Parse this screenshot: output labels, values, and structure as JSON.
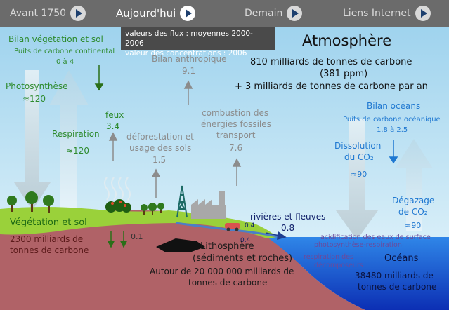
{
  "nav": {
    "items": [
      {
        "label": "Avant 1750",
        "active": false
      },
      {
        "label": "Aujourd'hui",
        "active": true
      },
      {
        "label": "Demain",
        "active": false
      },
      {
        "label": "Liens Internet",
        "active": false
      }
    ]
  },
  "info": {
    "line1": "valeurs des flux : moyennes 2000-2006",
    "line2": "valeur des concentrations : 2006"
  },
  "atmosphere": {
    "title": "Atmosphère",
    "line1": "810 milliards de tonnes de carbone",
    "line2": "(381 ppm)",
    "line3": "+ 3 milliards de tonnes de carbone par an"
  },
  "vegetation": {
    "bilan_title": "Bilan végétation et sol",
    "puits_label": "Puits de carbone continental",
    "puits_value": "0 à 4",
    "photosynthese_label": "Photosynthèse",
    "photosynthese_value": "≈120",
    "respiration_label": "Respiration",
    "respiration_value": "≈120",
    "feux_label": "feux",
    "feux_value": "3.4",
    "soil_label": "Végétation et sol",
    "soil_value1": "2300 milliards de",
    "soil_value2": "tonnes de carbone",
    "sink_value": "0.1"
  },
  "anthropic": {
    "bilan_label": "Bilan anthropique",
    "bilan_value": "9.1",
    "deforestation_line1": "déforestation et",
    "deforestation_line2": "usage des sols",
    "deforestation_value": "1.5",
    "fossil_line1": "combustion des",
    "fossil_line2": "énergies fossiles",
    "fossil_line3": "transport",
    "fossil_value": "7.6"
  },
  "rivers": {
    "label": "rivières et fleuves",
    "value": "0.8",
    "small_value_a": "0.4",
    "small_value_b": "0.4"
  },
  "lithosphere": {
    "title1": "Lithosphère",
    "title2": "(sédiments et roches)",
    "value1": "Autour de 20 000 000 milliards de",
    "value2": "tonnes de carbone"
  },
  "oceans": {
    "bilan_title": "Bilan océans",
    "puits_label": "Puits de carbone océanique",
    "puits_value": "1.8 à 2.5",
    "dissolution_line1": "Dissolution",
    "dissolution_line2": "du CO₂",
    "dissolution_value": "≈90",
    "degazage_line1": "Dégazage",
    "degazage_line2": "de CO₂",
    "degazage_value": "≈90",
    "acidification": "acidification des eaux de surface",
    "photo_resp": "photosynthèse-respiration",
    "resp_line1": "respiration des",
    "resp_line2": "décomposeurs",
    "title": "Océans",
    "value1": "38480 milliards de",
    "value2": "tonnes de carbone"
  },
  "colors": {
    "sky": "#a9d8f0",
    "green_text": "#2e8b2e",
    "blue_text": "#1f78d1",
    "gray_text": "#8c8c8c",
    "ocean": "#1a5fd6",
    "earth": "#b5646a"
  }
}
